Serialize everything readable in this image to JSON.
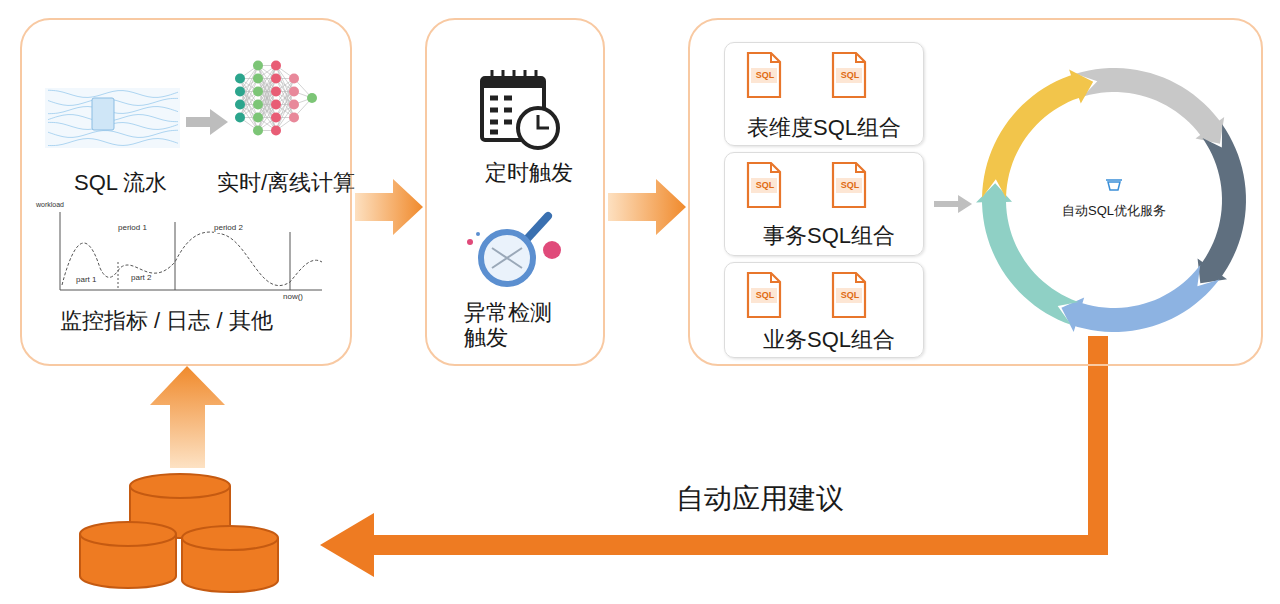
{
  "diagram": {
    "nodes": [
      {
        "text": [
          "SQL 流水",
          "实时/离线计算",
          "监控指标 / 日志 / 其他"
        ]
      },
      {
        "text": [
          "定时触发",
          "异常检测 触发"
        ]
      },
      {
        "text": []
      },
      {
        "text": [
          "SQL",
          "SQL",
          "表维度SQL组合"
        ],
        "in": 2
      },
      {
        "text": [
          "SQL",
          "SQL",
          "事务SQL组合"
        ],
        "in": 2
      },
      {
        "text": [
          "SQL",
          "SQL",
          "业务SQL组合"
        ],
        "in": 2
      },
      {
        "text": [
          "自动SQL优化服务"
        ],
        "in": 2
      }
    ],
    "edges": [
      {
        "from": 0,
        "to": 1,
        "arrow": "to"
      },
      {
        "from": 1,
        "to": 2,
        "arrow": "to"
      },
      {
        "from": 4,
        "to": 6,
        "arrow": "to"
      }
    ],
    "labels": [
      "workload",
      "period 1",
      "period 2",
      "part 1",
      "part 2",
      "now()",
      "自动应用建议"
    ]
  }
}
